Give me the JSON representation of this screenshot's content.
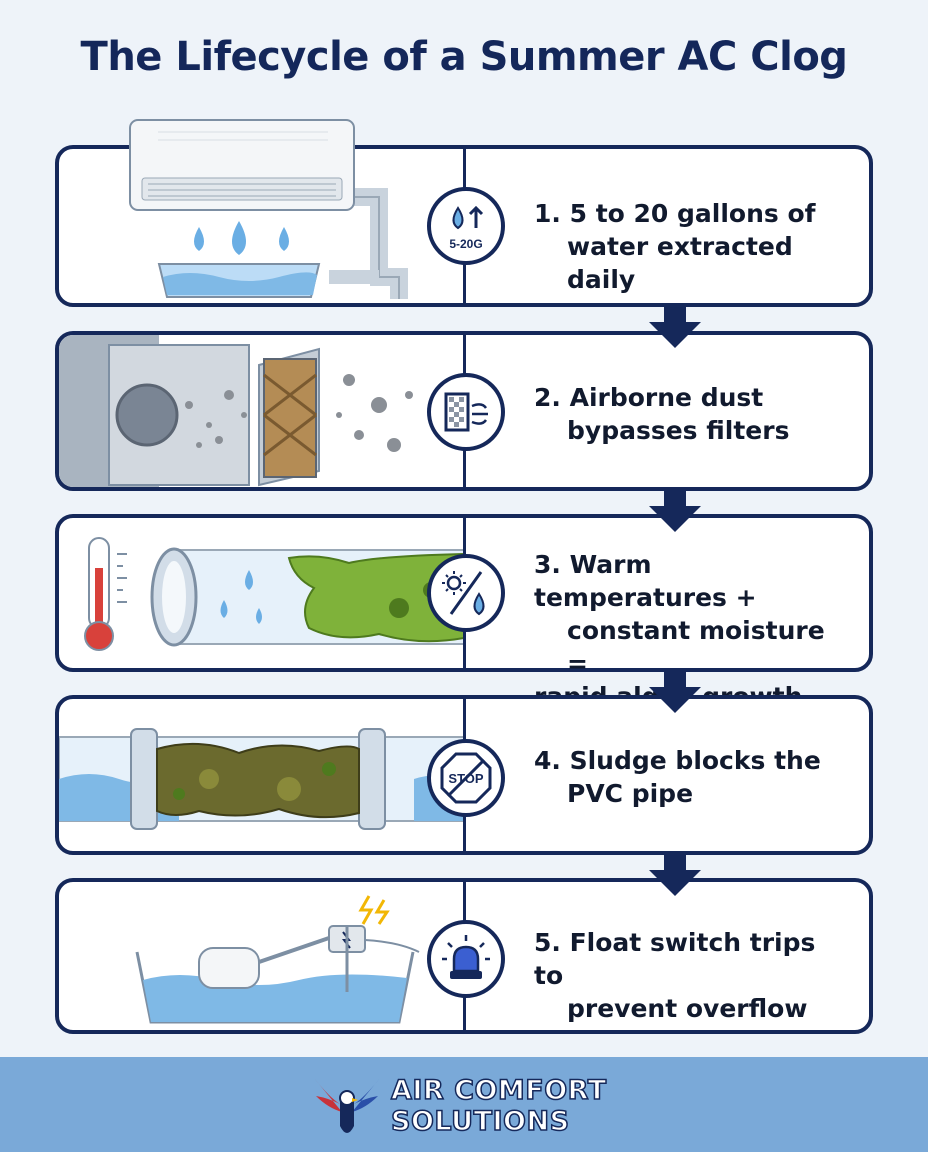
{
  "title": "The Lifecycle of a Summer AC Clog",
  "steps": [
    {
      "line1": "1. 5 to 20 gallons of",
      "line2": "water extracted daily",
      "icon": "water-drop-up-arrow-icon",
      "icon_label": "5-20G"
    },
    {
      "line1": "2. Airborne dust",
      "line2": "bypasses filters",
      "icon": "filter-airflow-icon"
    },
    {
      "line1": "3. Warm temperatures +",
      "line2": "constant moisture =",
      "line3": "rapid algae growth",
      "icon": "sun-percent-drop-icon"
    },
    {
      "line1": "4. Sludge blocks the",
      "line2": "PVC pipe",
      "icon": "stop-sign-icon",
      "icon_label": "STOP"
    },
    {
      "line1": "5. Float switch trips to",
      "line2": "prevent overflow",
      "icon": "alarm-light-icon"
    }
  ],
  "brand": {
    "line1": "AIR COMFORT",
    "line2": "SOLUTIONS",
    "icon": "eagle-logo-icon"
  },
  "colors": {
    "navy": "#15285a",
    "water": "#8fc3ec",
    "algae": "#7fb23a",
    "footer": "#7aa9d8",
    "background": "#eef3f9"
  }
}
